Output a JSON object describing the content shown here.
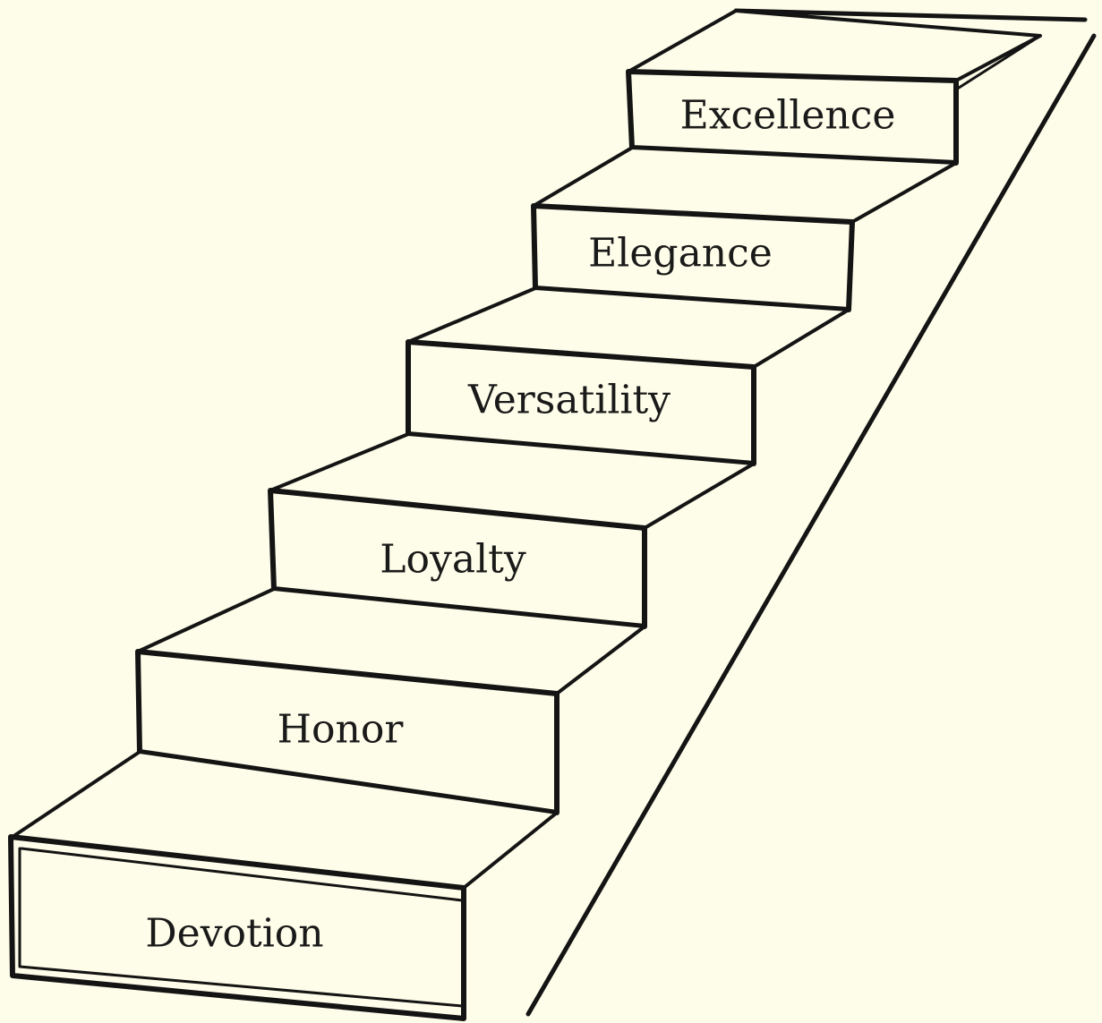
{
  "colors": {
    "background": "#fefde9",
    "ink": "#141414"
  },
  "steps": [
    {
      "label": "Devotion"
    },
    {
      "label": "Honor"
    },
    {
      "label": "Loyalty"
    },
    {
      "label": "Versatility"
    },
    {
      "label": "Elegance"
    },
    {
      "label": "Excellence"
    }
  ]
}
